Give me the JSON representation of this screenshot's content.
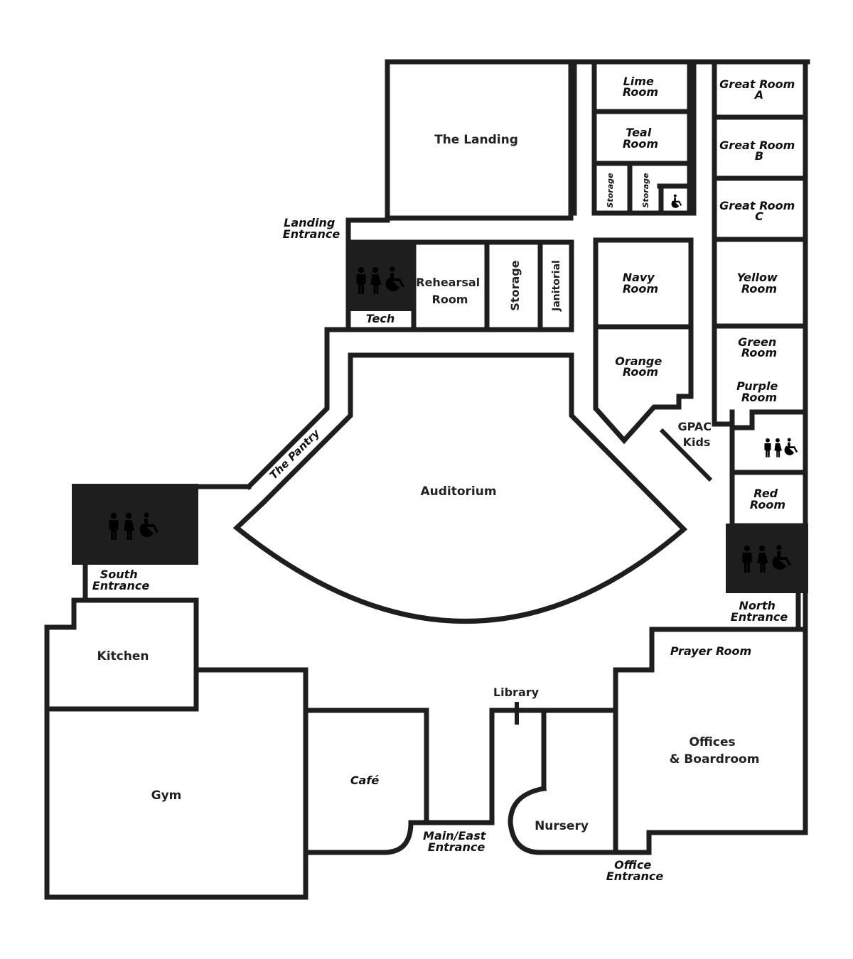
{
  "rooms": {
    "the_landing": "The Landing",
    "lime_room": [
      "Lime",
      "Room"
    ],
    "teal_room": [
      "Teal",
      "Room"
    ],
    "storage_small_1": "Storage",
    "storage_small_2": "Storage",
    "great_room_a": [
      "Great Room",
      "A"
    ],
    "great_room_b": [
      "Great Room",
      "B"
    ],
    "great_room_c": [
      "Great Room",
      "C"
    ],
    "yellow_room": [
      "Yellow",
      "Room"
    ],
    "green_room": [
      "Green",
      "Room"
    ],
    "purple_room": [
      "Purple",
      "Room"
    ],
    "navy_room": [
      "Navy",
      "Room"
    ],
    "orange_room": [
      "Orange",
      "Room"
    ],
    "gpac_kids": [
      "GPAC",
      "Kids"
    ],
    "red_room": [
      "Red",
      "Room"
    ],
    "rehearsal_room": [
      "Rehearsal",
      "Room"
    ],
    "storage": "Storage",
    "janitorial": "Janitorial",
    "tech": "Tech",
    "the_pantry": "The Pantry",
    "auditorium": "Auditorium",
    "kitchen": "Kitchen",
    "gym": "Gym",
    "cafe": "Café",
    "library": "Library",
    "nursery": "Nursery",
    "prayer_room": "Prayer Room",
    "offices": [
      "Offices",
      "& Boardroom"
    ]
  },
  "entrances": {
    "landing": [
      "Landing",
      "Entrance"
    ],
    "south": [
      "South",
      "Entrance"
    ],
    "north": [
      "North",
      "Entrance"
    ],
    "main_east": [
      "Main/East",
      "Entrance"
    ],
    "office": [
      "Office",
      "Entrance"
    ]
  },
  "icons": {
    "restroom": "restroom-icon",
    "accessible": "wheelchair-icon"
  },
  "colors": {
    "wall": "#1e1e1e",
    "background": "#ffffff"
  }
}
